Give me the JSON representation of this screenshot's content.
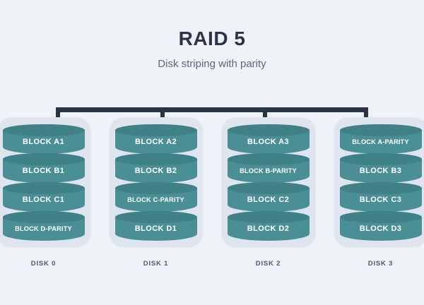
{
  "header": {
    "title": "RAID 5",
    "subtitle": "Disk striping with parity"
  },
  "colors": {
    "background": "#eff3f7",
    "title_text": "#2b3349",
    "subtitle_text": "#5b6882",
    "bus": "#2b3349",
    "disk_shell": "#dfe5ee",
    "cylinder_body": "#4a8f95",
    "cylinder_top": "#3f8187",
    "block_label": "#ffffff",
    "disk_caption": "#4a5878"
  },
  "disks": [
    {
      "caption": "DISK 0",
      "blocks": [
        {
          "label": "BLOCK A1",
          "parity": false
        },
        {
          "label": "BLOCK B1",
          "parity": false
        },
        {
          "label": "BLOCK C1",
          "parity": false
        },
        {
          "label": "BLOCK D-PARITY",
          "parity": true
        }
      ]
    },
    {
      "caption": "DISK 1",
      "blocks": [
        {
          "label": "BLOCK A2",
          "parity": false
        },
        {
          "label": "BLOCK B2",
          "parity": false
        },
        {
          "label": "BLOCK C-PARITY",
          "parity": true
        },
        {
          "label": "BLOCK D1",
          "parity": false
        }
      ]
    },
    {
      "caption": "DISK 2",
      "blocks": [
        {
          "label": "BLOCK A3",
          "parity": false
        },
        {
          "label": "BLOCK B-PARITY",
          "parity": true
        },
        {
          "label": "BLOCK C2",
          "parity": false
        },
        {
          "label": "BLOCK D2",
          "parity": false
        }
      ]
    },
    {
      "caption": "DISK 3",
      "blocks": [
        {
          "label": "BLOCK A-PARITY",
          "parity": true
        },
        {
          "label": "BLOCK B3",
          "parity": false
        },
        {
          "label": "BLOCK C3",
          "parity": false
        },
        {
          "label": "BLOCK D3",
          "parity": false
        }
      ]
    }
  ]
}
